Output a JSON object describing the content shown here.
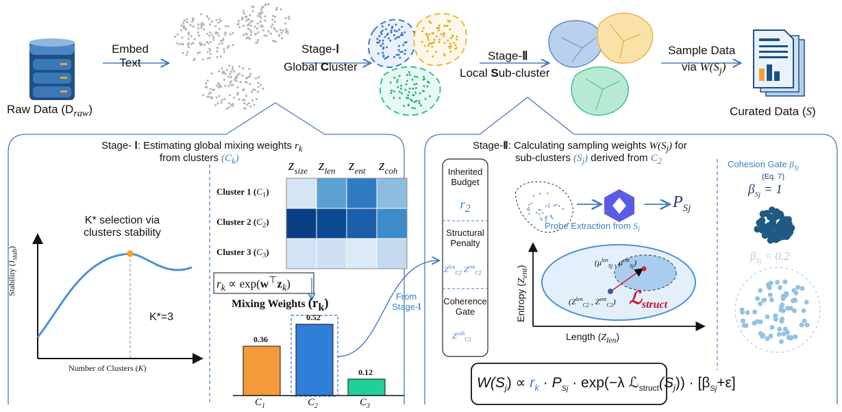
{
  "top": {
    "raw_data": "Raw Data (D",
    "raw_sub": "raw",
    "raw_close": ")",
    "embed": "Embed",
    "embed2": "Text",
    "stage1": "Stage-",
    "stage1_num": "Ⅰ",
    "global_a": "Global ",
    "global_b": "C",
    "global_c": "luster",
    "stage2": "Stage-",
    "stage2_num": "Ⅱ",
    "local_a": "Local ",
    "local_b": "S",
    "local_c": "ub-cluster",
    "sample1": "Sample Data",
    "sample2": "via ",
    "sample_w": "W(S",
    "sample_j": "j",
    "sample_close": ")",
    "curated": "Curated Data (",
    "curated_s": "S",
    "curated_close": ")"
  },
  "left_panel": {
    "title1": "Stage- ",
    "title1_num": "Ⅰ",
    "title1_rest": ": Estimating global  mixing weights ",
    "title1_r": "r",
    "title1_k": "k",
    "title2": "from clusters ",
    "title2_c": "(C",
    "title2_k": "k",
    "title2_close": ")",
    "kselect1": "K* selection via",
    "kselect2": "clusters stability",
    "k3": "K*=3",
    "ylabel": "Stability (J",
    "ylabel_sub": "stab",
    "ylabel_close": ")",
    "xlabel": "Number of Clusters (",
    "xlabel_k": "K",
    "xlabel_close": ")"
  },
  "heatmap": {
    "cols": [
      {
        "z": "z",
        "sub": "size"
      },
      {
        "z": "z",
        "sub": "len"
      },
      {
        "z": "z",
        "sub": "ent"
      },
      {
        "z": "z",
        "sub": "coh"
      }
    ],
    "rows": [
      {
        "label": "Cluster 1 (",
        "c": "C",
        "n": "1",
        "close": ")"
      },
      {
        "label": "Cluster 2 (",
        "c": "C",
        "n": "2",
        "close": ")"
      },
      {
        "label": "Cluster 3 (",
        "c": "C",
        "n": "3",
        "close": ")"
      }
    ],
    "colors": [
      [
        "#d6e5f4",
        "#5ba0d2",
        "#2f7bbf",
        "#8cbde0"
      ],
      [
        "#0a3f86",
        "#0d4a93",
        "#1c5ea8",
        "#3d8bc8"
      ],
      [
        "#d3e3f3",
        "#cfe0f2",
        "#dce9f6",
        "#c4d9ee"
      ]
    ]
  },
  "formula_rk": "r",
  "formula_rk_sub": "k",
  "formula_rk_rest": " ∝ exp(",
  "formula_rk_w": "w",
  "formula_rk_T": "⊤",
  "formula_rk_z": "z",
  "formula_rk_zk": "k",
  "formula_rk_close": ")",
  "mixing_title": "Mixing Weights",
  "mixing_r": "(r",
  "mixing_k": "k",
  "mixing_close": ")",
  "chart_data": {
    "type": "bar",
    "categories": [
      "C1",
      "C2",
      "C3"
    ],
    "values": [
      0.36,
      0.52,
      0.12
    ],
    "labels": [
      "0.36",
      "0.52",
      "0.12"
    ],
    "colors": [
      "#f59a3a",
      "#2f7fd8",
      "#21cf9a"
    ],
    "title": "Mixing Weights (r_k)"
  },
  "from_stage": {
    "a": "From",
    "b": "Stage-",
    "num": "Ⅰ"
  },
  "right_panel": {
    "title1": "Stage-",
    "title1_num": "Ⅱ",
    "title1_rest": ": Calculating sampling weights ",
    "title1_w": "W(S",
    "title1_j": "j",
    "title1_close": ")",
    "title1_for": " for",
    "title2": "sub-clusters ",
    "title2_s": "(S",
    "title2_j": "j",
    "title2_close": ")",
    "title2_rest": " derived from ",
    "title2_c": "C",
    "title2_2": "2",
    "inherited1": "Inherited",
    "inherited2": "Budget",
    "r2": "r",
    "r2_sub": "2",
    "structural1": "Structural",
    "structural2": "Penalty",
    "zlen": "Z",
    "zlen_sup": "len",
    "zlen_sub": "C2",
    "zent": "Z",
    "zent_sup": "ent",
    "zent_sub": "C2",
    "coherence1": "Coherence",
    "coherence2": "Gate",
    "zcoh": "Z",
    "zcoh_sup": "coh",
    "zcoh_sub": "C2",
    "probe": "Probe Extraction from ",
    "probe_s": "S",
    "probe_i": "i",
    "psj": "P",
    "psj_s": "S",
    "psj_j": "j",
    "entropy": "Entropy (",
    "entropy_z": "Z",
    "entropy_sub": "ent",
    "entropy_close": ")",
    "length": "Length (",
    "length_z": "Z",
    "length_sub": "len",
    "length_close": ")",
    "mu_text": "(μ",
    "mu_len": "len",
    "mu_sj": "Sj",
    "mu_comma": " , μ",
    "mu_ent": "ent",
    "mu_sj2": "Sj",
    "mu_close": ")",
    "zc_text": "(Z",
    "zc_len": "len",
    "zc_c2": "C2",
    "zc_comma": " , Z",
    "zc_ent": "ent",
    "zc_c22": "C2",
    "zc_close": ")",
    "lstruct": "ℒ",
    "lstruct_sub": "struct",
    "cohesion": "Cohesion Gate ",
    "cohesion_beta": "β",
    "cohesion_s": "S",
    "cohesion_j": "j",
    "eq7": "(Eq. 7)",
    "beta1": "β",
    "beta1_s": "S",
    "beta1_j": "j",
    "beta1_val": " = 1",
    "beta2": "β",
    "beta2_s": "S",
    "beta2_j": "j",
    "beta2_val": " = 0.2"
  },
  "final_formula": {
    "w": "W(S",
    "wj": "j",
    "w_close": ") ∝ ",
    "r": "r",
    "rk": "k",
    "dot1": " · ",
    "p": "P",
    "ps": "S",
    "pj": "j",
    "exp": " · exp(−λ ℒ",
    "struct": "struct",
    "s": "(S",
    "sj": "j",
    "close": ")) · [β",
    "bs": "S",
    "bj": "j",
    "end": "+ε]"
  }
}
